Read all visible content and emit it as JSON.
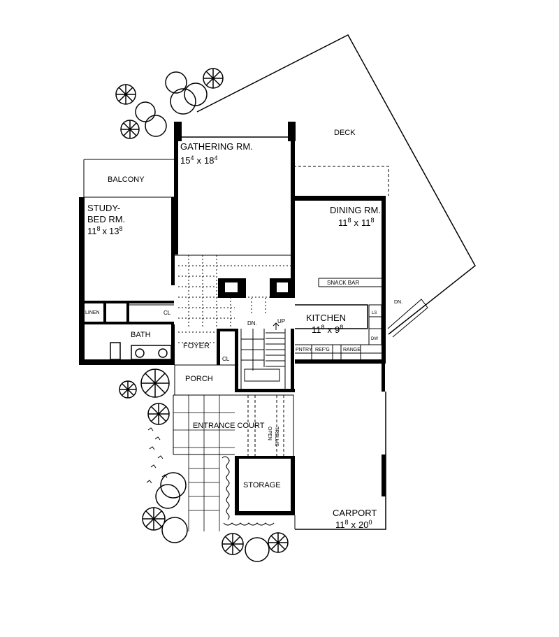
{
  "rooms": {
    "deck": "DECK",
    "gathering": {
      "name": "GATHERING RM.",
      "w": "15",
      "w_sup": "4",
      "x": "x",
      "h": "18",
      "h_sup": "4"
    },
    "balcony": "BALCONY",
    "study": {
      "name_line1": "STUDY-",
      "name_line2": "BED RM.",
      "w": "11",
      "w_sup": "8",
      "x": "x",
      "h": "13",
      "h_sup": "8"
    },
    "dining": {
      "name": "DINING RM.",
      "w": "11",
      "w_sup": "8",
      "x": "x",
      "h": "11",
      "h_sup": "8"
    },
    "kitchen": {
      "name": "KITCHEN",
      "w": "11",
      "w_sup": "8",
      "x": "x",
      "h": "9",
      "h_sup": "8"
    },
    "snack_bar": "SNACK BAR",
    "linen": "LINEN",
    "cl_bath": "CL",
    "bath": "BATH",
    "foyer": "FOYER",
    "cl_foyer": "CL",
    "stair_dn": "DN.",
    "stair_up": "UP",
    "pantry": "PNTRY",
    "refrig": "REF'G",
    "range": "RANGE",
    "dw": "DW",
    "ls": "LS",
    "deck_dn": "DN.",
    "porch": "PORCH",
    "entrance_court": "ENTRANCE COURT",
    "trellis_line1": "OPEN",
    "trellis_line2": "TRELLIS",
    "storage": "STORAGE",
    "carport": {
      "name": "CARPORT",
      "w": "11",
      "w_sup": "8",
      "x": "x",
      "h": "20",
      "h_sup": "0"
    }
  }
}
